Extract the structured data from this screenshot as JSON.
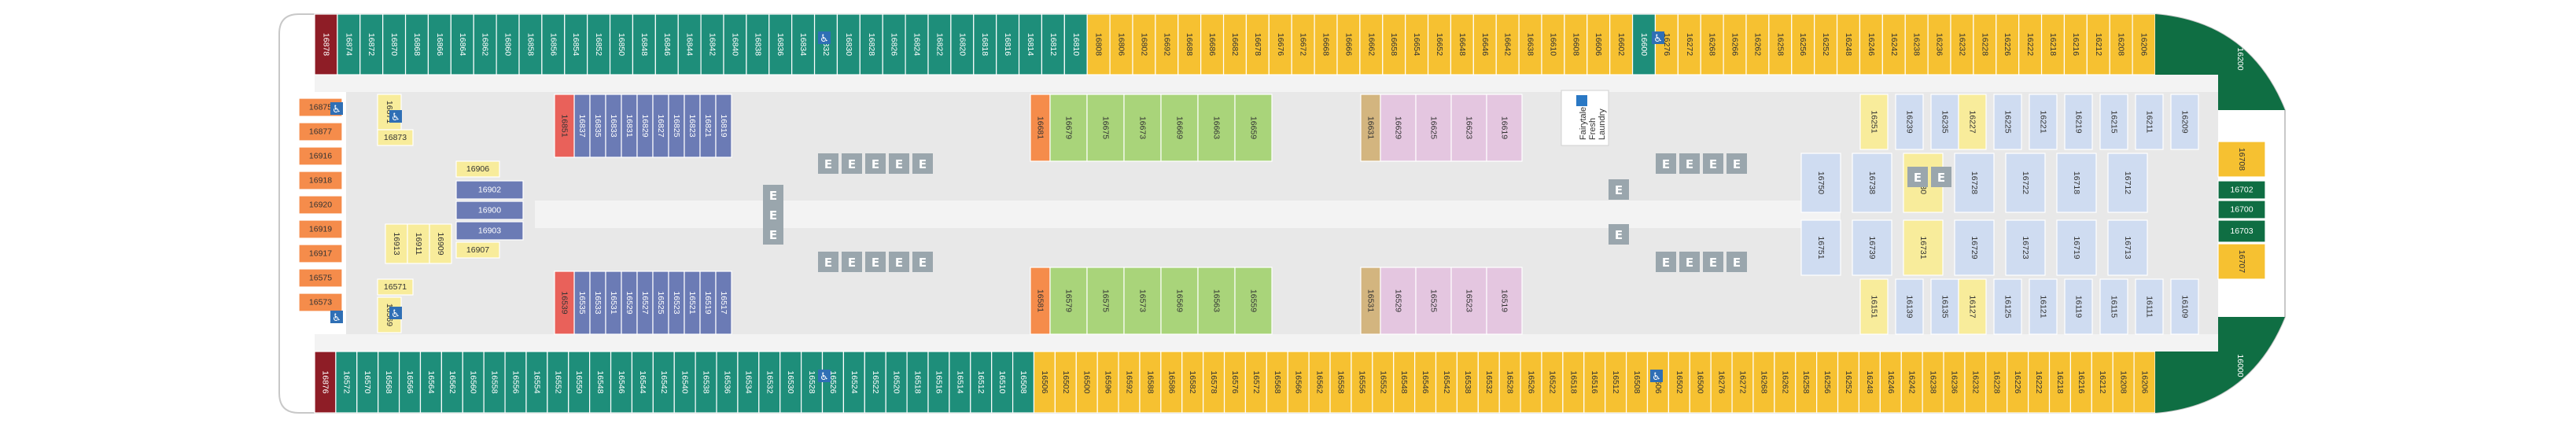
{
  "deck": {
    "colors": {
      "yellow": "#f6c131",
      "teal": "#1e8e7a",
      "maroon": "#8e1d26",
      "green": "#0f6e43",
      "orange": "#f58c4b",
      "blue": "#6b7bb5",
      "lightblue": "#cfdcf1",
      "lightgreen": "#a9d47a",
      "pink": "#e4c6e0",
      "tan": "#d3b57f",
      "red": "#e9615a",
      "paleyellow": "#f8ec9b",
      "floor": "#e8e8e8",
      "elevator": "#9aa6ad",
      "laundry_icon": "#2a78c4"
    },
    "laundry": {
      "line1": "Fairytale",
      "line2": "Fresh",
      "line3": "Laundry"
    },
    "cabins": {
      "top": [
        "16878",
        "16874",
        "16872",
        "16870",
        "16868",
        "16866",
        "16864",
        "16862",
        "16860",
        "16858",
        "16856",
        "16854",
        "16852",
        "16850",
        "16848",
        "16846",
        "16844",
        "16842",
        "16840",
        "16838",
        "16836",
        "16834",
        "16832",
        "16830",
        "16828",
        "16826",
        "16824",
        "16822",
        "16820",
        "16818",
        "16816",
        "16814",
        "16812",
        "16810",
        "16808",
        "16806",
        "16802",
        "16692",
        "16688",
        "16686",
        "16682",
        "16678",
        "16676",
        "16672",
        "16668",
        "16666",
        "16662",
        "16658",
        "16654",
        "16652",
        "16648",
        "16646",
        "16642",
        "16638",
        "16610",
        "16608",
        "16606",
        "16602",
        "16600",
        "16276",
        "16272",
        "16268",
        "16266",
        "16262",
        "16258",
        "16256",
        "16252",
        "16248",
        "16246",
        "16242",
        "16238",
        "16236",
        "16232",
        "16228",
        "16226",
        "16222",
        "16218",
        "16216",
        "16212",
        "16208",
        "16206"
      ],
      "bottom": [
        "16876",
        "16572",
        "16570",
        "16568",
        "16566",
        "16564",
        "16562",
        "16560",
        "16558",
        "16556",
        "16554",
        "16552",
        "16550",
        "16548",
        "16546",
        "16544",
        "16542",
        "16540",
        "16538",
        "16536",
        "16534",
        "16532",
        "16530",
        "16528",
        "16526",
        "16524",
        "16522",
        "16520",
        "16518",
        "16516",
        "16514",
        "16512",
        "16510",
        "16508",
        "16506",
        "16502",
        "16500",
        "16596",
        "16592",
        "16588",
        "16586",
        "16582",
        "16578",
        "16576",
        "16572",
        "16568",
        "16566",
        "16562",
        "16558",
        "16556",
        "16552",
        "16548",
        "16546",
        "16542",
        "16538",
        "16532",
        "16528",
        "16526",
        "16522",
        "16518",
        "16516",
        "16512",
        "16508",
        "16506",
        "16502",
        "16500",
        "16276",
        "16272",
        "16268",
        "16262",
        "16258",
        "16256",
        "16252",
        "16248",
        "16246",
        "16242",
        "16238",
        "16236",
        "16232",
        "16228",
        "16226",
        "16222",
        "16218",
        "16216",
        "16212",
        "16208",
        "16206"
      ],
      "bow_top": "16200",
      "bow_bottom": "16000",
      "bow_right": [
        "16708",
        "16702",
        "16700",
        "16703",
        "16707"
      ],
      "aft_left": [
        "16875",
        "16877",
        "16916",
        "16918",
        "16920",
        "16919",
        "16917",
        "16575",
        "16573"
      ],
      "aft_inner": [
        "16871",
        "16873",
        "16906",
        "16902",
        "16900",
        "16903",
        "16907",
        "16913",
        "16911",
        "16909",
        "16571",
        "16569"
      ],
      "mid_blue_top": [
        "16837",
        "16835",
        "16833",
        "16831",
        "16829",
        "16827",
        "16825",
        "16823",
        "16821",
        "16819"
      ],
      "mid_blue_bottom": [
        "16535",
        "16533",
        "16531",
        "16529",
        "16527",
        "16525",
        "16523",
        "16521",
        "16519",
        "16517"
      ],
      "mid_red": [
        "16851",
        "16539"
      ],
      "center_top": [
        "16681",
        "16679",
        "16675",
        "16673",
        "16669",
        "16663",
        "16659"
      ],
      "center_bottom": [
        "16581",
        "16579",
        "16575",
        "16573",
        "16569",
        "16563",
        "16559"
      ],
      "pink_top": [
        "16631",
        "16629",
        "16625",
        "16623",
        "16619"
      ],
      "pink_bottom": [
        "16531",
        "16529",
        "16525",
        "16523",
        "16519"
      ],
      "fwd_top": [
        "16251",
        "16239",
        "16235",
        "16227",
        "16225",
        "16221",
        "16219",
        "16215",
        "16211",
        "16209"
      ],
      "fwd_bottom": [
        "16151",
        "16139",
        "16135",
        "16127",
        "16125",
        "16121",
        "16119",
        "16115",
        "16111",
        "16109"
      ],
      "fwd_mid": [
        "16750",
        "16738",
        "16730",
        "16728",
        "16722",
        "16718",
        "16712",
        "16751",
        "16739",
        "16731",
        "16729",
        "16723",
        "16719",
        "16713"
      ]
    }
  }
}
